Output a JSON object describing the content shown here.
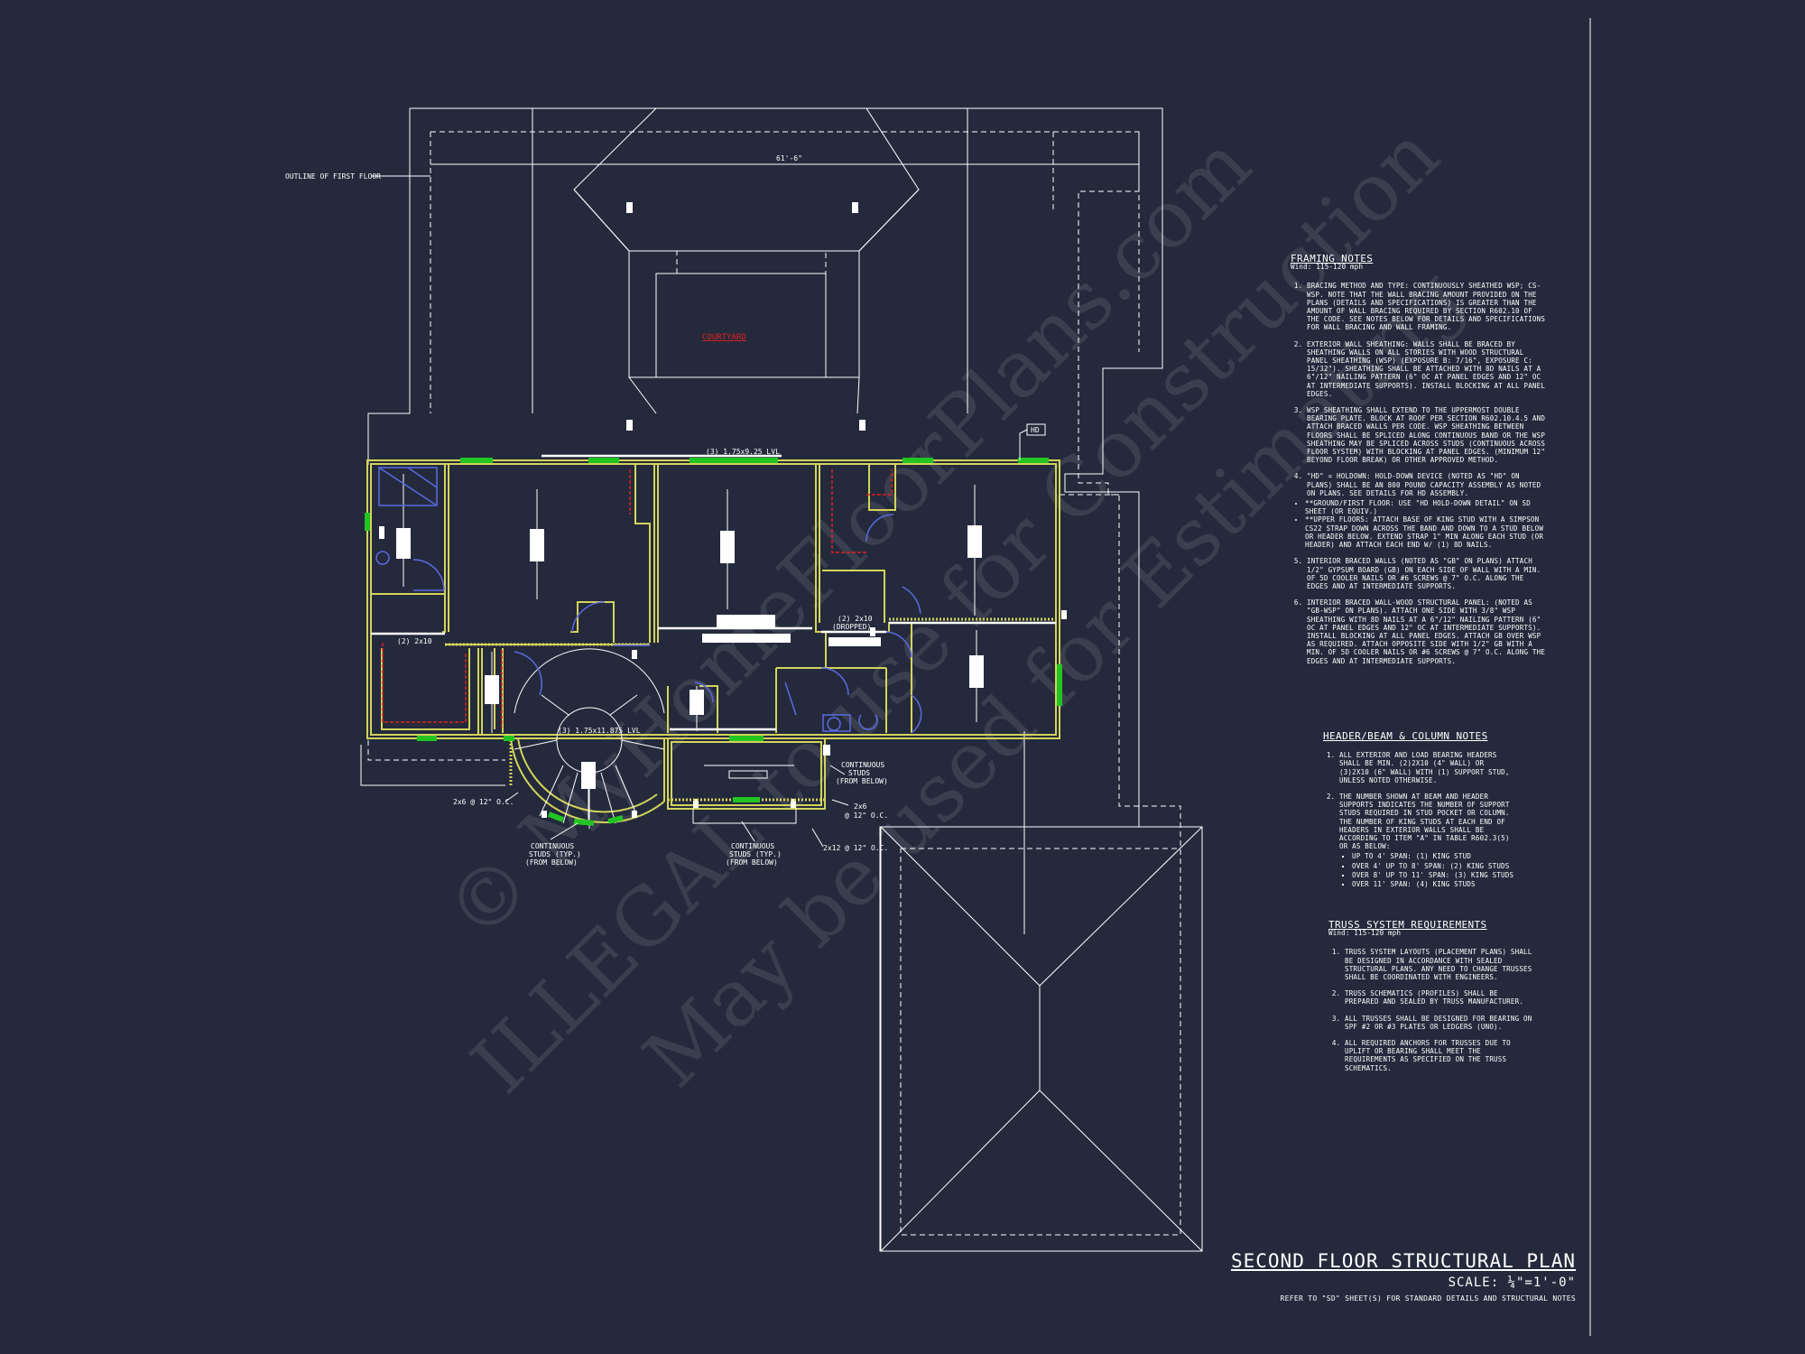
{
  "drawing": {
    "title": "SECOND FLOOR STRUCTURAL PLAN",
    "scale": "SCALE: ¼\"=1'-0\"",
    "reference_note": "REFER TO \"SD\" SHEET(S) FOR STANDARD DETAILS AND STRUCTURAL NOTES"
  },
  "plan_labels": {
    "outline_first_floor": "OUTLINE OF FIRST FLOOR",
    "dimension_top": "61'-6\"",
    "courtyard": "COURTYARD",
    "beam_top": "(3) 1.75x9.25 LVL",
    "hd": "HD",
    "header_left": "(2) 2x10",
    "header_dropped": "(2) 2x10",
    "header_dropped_note": "(DROPPED)",
    "beam_stair": "(3) 1.75x11.875 LVL",
    "studs_2x6_left": "2x6 @ 12\" O.C.",
    "studs_2x6_right": "2x6",
    "studs_2x6_right_oc": "@ 12\" O.C.",
    "studs_2x12": "2x12 @ 12\" O.C.",
    "continuous_studs_right": [
      "CONTINUOUS",
      "STUDS",
      "(FROM BELOW)"
    ],
    "continuous_studs_left": [
      "CONTINUOUS",
      "STUDS (TYP.)",
      "(FROM BELOW)"
    ],
    "continuous_studs_mid": [
      "CONTINUOUS",
      "STUDS (TYP.)",
      "(FROM BELOW)"
    ]
  },
  "watermark": {
    "line1": "© MyHomeFloorPlans.com",
    "line2": "ILLEGAL to use for Construction",
    "line3": "May be used for Estimating"
  },
  "framing_notes": {
    "heading": "FRAMING NOTES",
    "wind": "Wind: 115-120 mph",
    "items": [
      "BRACING METHOD AND TYPE: CONTINUOUSLY SHEATHED WSP; CS-WSP. NOTE THAT THE WALL BRACING AMOUNT PROVIDED ON THE PLANS (DETAILS AND SPECIFICATIONS) IS GREATER THAN THE AMOUNT OF WALL BRACING REQUIRED BY SECTION R602.10 OF THE CODE. SEE NOTES BELOW FOR DETAILS AND SPECIFICATIONS FOR WALL BRACING AND WALL FRAMING.",
      "EXTERIOR WALL SHEATHING: WALLS SHALL BE BRACED BY SHEATHING WALLS ON ALL STORIES WITH WOOD STRUCTURAL PANEL SHEATHING (WSP) (EXPOSURE B: 7/16\", EXPOSURE C: 15/32\"). SHEATHING SHALL BE ATTACHED WITH 8d NAILS AT A 6\"/12\" NAILING PATTERN (6\" OC AT PANEL EDGES AND 12\" OC AT INTERMEDIATE SUPPORTS). INSTALL BLOCKING AT ALL PANEL EDGES.",
      "WSP SHEATHING SHALL EXTEND TO THE UPPERMOST DOUBLE BEARING PLATE. BLOCK AT ROOF PER SECTION R602.10.4.5 AND ATTACH BRACED WALLS PER CODE. WSP SHEATHING BETWEEN FLOORS SHALL BE SPLICED ALONG CONTINUOUS BAND OR THE WSP SHEATHING MAY BE SPLICED ACROSS STUDS (CONTINUOUS ACROSS FLOOR SYSTEM) WITH BLOCKING AT PANEL EDGES. (MINIMUM 12\" BEYOND FLOOR BREAK) OR OTHER APPROVED METHOD.",
      "\"HD\" = HOLDOWN: HOLD-DOWN DEVICE (NOTED AS \"HD\" ON PLANS) SHALL BE AN 800 POUND CAPACITY ASSEMBLY AS NOTED ON PLANS. SEE DETAILS FOR HD ASSEMBLY."
    ],
    "bullets": [
      "**GROUND/FIRST FLOOR: USE \"HD HOLD-DOWN DETAIL\" ON SD SHEET (OR EQUIV.)",
      "**UPPER FLOORS: ATTACH BASE OF KING STUD WITH A SIMPSON CS22 STRAP DOWN ACROSS THE BAND AND DOWN TO A STUD BELOW OR HEADER BELOW. EXTEND STRAP 1\" MIN ALONG EACH STUD (OR HEADER) AND ATTACH EACH END W/ (1) 8d NAILS."
    ],
    "items2": [
      "INTERIOR BRACED WALLS (NOTED AS \"GB\" ON PLANS) ATTACH 1/2\" GYPSUM BOARD (GB) ON EACH SIDE OF WALL WITH A MIN. OF 5d COOLER NAILS OR #6 SCREWS @ 7\" O.C. ALONG THE EDGES AND AT INTERMEDIATE SUPPORTS.",
      "INTERIOR BRACED WALL-WOOD STRUCTURAL PANEL: (NOTED AS \"GB-WSP\" ON PLANS). ATTACH ONE SIDE WITH 3/8\" WSP SHEATHING WITH 8d NAILS AT A 6\"/12\" NAILING PATTERN (6\" OC AT PANEL EDGES AND 12\" OC AT INTERMEDIATE SUPPORTS). INSTALL BLOCKING AT ALL PANEL EDGES. ATTACH GB OVER WSP AS REQUIRED. ATTACH OPPOSITE SIDE WITH 1/2\" GB WITH A MIN. OF 5d COOLER NAILS OR #6 SCREWS @ 7\" O.C. ALONG THE EDGES AND AT INTERMEDIATE SUPPORTS."
    ]
  },
  "header_beam_notes": {
    "heading": "HEADER/BEAM & COLUMN NOTES",
    "items": [
      "ALL EXTERIOR AND LOAD BEARING HEADERS SHALL BE MIN. (2)2x10 (4\" WALL) OR (3)2x10 (6\" WALL) WITH (1) SUPPORT STUD, UNLESS NOTED OTHERWISE.",
      "THE NUMBER SHOWN AT BEAM AND HEADER SUPPORTS INDICATES THE NUMBER OF SUPPORT STUDS REQUIRED IN STUD POCKET OR COLUMN. THE NUMBER OF KING STUDS AT EACH END OF HEADERS IN EXTERIOR WALLS SHALL BE ACCORDING TO ITEM \"a\" IN TABLE R602.3(5) OR AS BELOW:"
    ],
    "spans": [
      "UP TO 4' SPAN: (1) KING STUD",
      "OVER 4' UP TO 8' SPAN: (2) KING STUDS",
      "OVER 8' UP TO 11' SPAN: (3) KING STUDS",
      "OVER 11' SPAN: (4) KING STUDS"
    ]
  },
  "truss_requirements": {
    "heading": "TRUSS SYSTEM REQUIREMENTS",
    "wind": "Wind: 115-120 mph",
    "items": [
      "TRUSS SYSTEM LAYOUTS (PLACEMENT PLANS) SHALL BE DESIGNED IN ACCORDANCE WITH SEALED STRUCTURAL PLANS. ANY NEED TO CHANGE TRUSSES SHALL BE COORDINATED WITH ENGINEERS.",
      "TRUSS SCHEMATICS (PROFILES) SHALL BE PREPARED AND SEALED BY TRUSS MANUFACTURER.",
      "ALL TRUSSES SHALL BE DESIGNED FOR BEARING ON SPF #2 OR #3 PLATES OR LEDGERS (UNO).",
      "ALL REQUIRED ANCHORS FOR TRUSSES DUE TO UPLIFT OR BEARING SHALL MEET THE REQUIREMENTS AS SPECIFIED ON THE TRUSS SCHEMATICS."
    ]
  },
  "colors": {
    "background": "#242a3c",
    "line": "#ffffff",
    "wall": "#d4d45a",
    "shear_wall": "#22c422",
    "door": "#5a6ae0",
    "accent_red": "#e02020"
  }
}
